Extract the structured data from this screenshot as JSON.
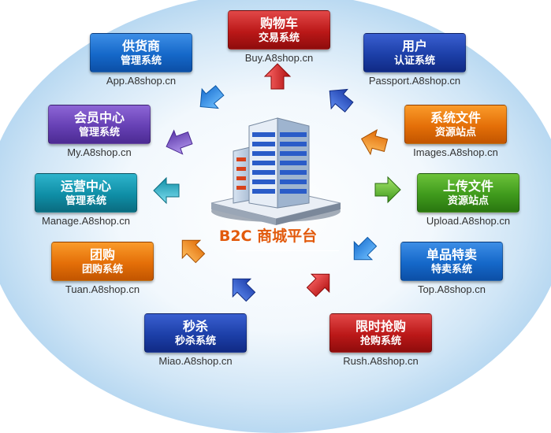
{
  "center": {
    "label": "B2C 商城平台"
  },
  "nodes": [
    {
      "id": "buy",
      "line1": "购物车",
      "line2": "交易系统",
      "url": "Buy.A8shop.cn",
      "color": "#bb1818"
    },
    {
      "id": "passport",
      "line1": "用户",
      "line2": "认证系统",
      "url": "Passport.A8shop.cn",
      "color": "#1c3fa8"
    },
    {
      "id": "images",
      "line1": "系统文件",
      "line2": "资源站点",
      "url": "Images.A8shop.cn",
      "color": "#e46f08"
    },
    {
      "id": "upload",
      "line1": "上传文件",
      "line2": "资源站点",
      "url": "Upload.A8shop.cn",
      "color": "#3f9a1c"
    },
    {
      "id": "top",
      "line1": "单品特卖",
      "line2": "特卖系统",
      "url": "Top.A8shop.cn",
      "color": "#1568c9"
    },
    {
      "id": "rush",
      "line1": "限时抢购",
      "line2": "抢购系统",
      "url": "Rush.A8shop.cn",
      "color": "#bb1818"
    },
    {
      "id": "miao",
      "line1": "秒杀",
      "line2": "秒杀系统",
      "url": "Miao.A8shop.cn",
      "color": "#1c3fa8"
    },
    {
      "id": "tuan",
      "line1": "团购",
      "line2": "团购系统",
      "url": "Tuan.A8shop.cn",
      "color": "#e46f08"
    },
    {
      "id": "manage",
      "line1": "运营中心",
      "line2": "管理系统",
      "url": "Manage.A8shop.cn",
      "color": "#0f8ea6"
    },
    {
      "id": "my",
      "line1": "会员中心",
      "line2": "管理系统",
      "url": "My.A8shop.cn",
      "color": "#6640b4"
    },
    {
      "id": "app",
      "line1": "供货商",
      "line2": "管理系统",
      "url": "App.A8shop.cn",
      "color": "#1568c9"
    }
  ]
}
